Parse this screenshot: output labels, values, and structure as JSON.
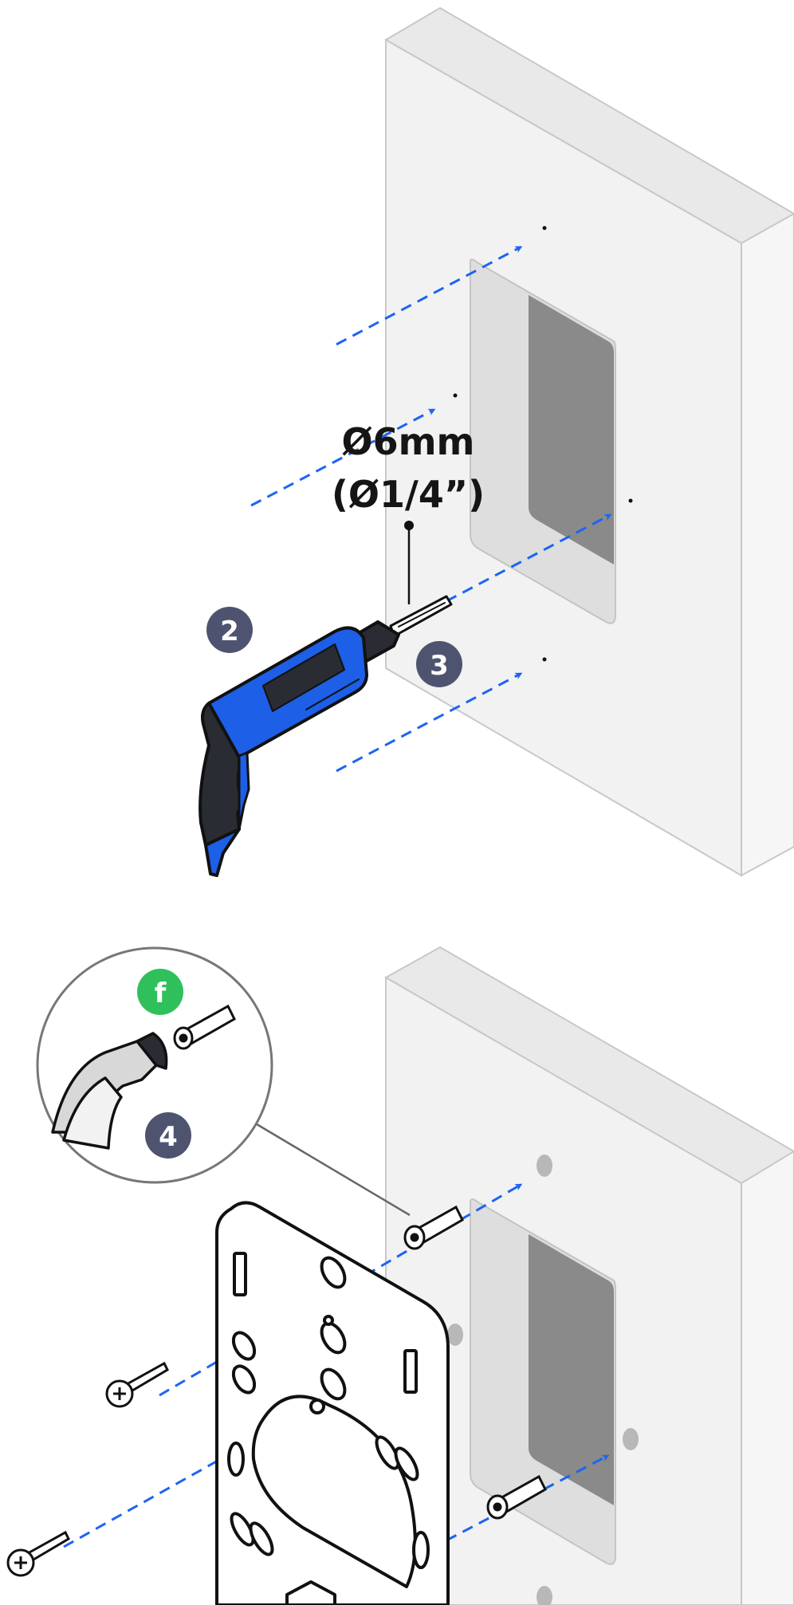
{
  "diagram": {
    "drill_size_metric": "Ø6mm",
    "drill_size_imperial": "(Ø1/4”)",
    "steps": {
      "drill_step": "2",
      "mark_step": "3",
      "anchor_step": "4",
      "fixings_badge": "f"
    },
    "colors": {
      "wall_front": "#f2f2f2",
      "wall_top": "#e9e9e9",
      "wall_side": "#f6f6f6",
      "wall_edge": "#c8c8c8",
      "recess_inner": "#dedede",
      "recess_shadow": "#8a8a8a",
      "arrow_blue": "#1d64f2",
      "drill_blue": "#1d5fe6",
      "drill_dark": "#2a2c33",
      "step_badge": "#4e5470",
      "fixings_green": "#2fc05c",
      "outline": "#111111"
    }
  }
}
